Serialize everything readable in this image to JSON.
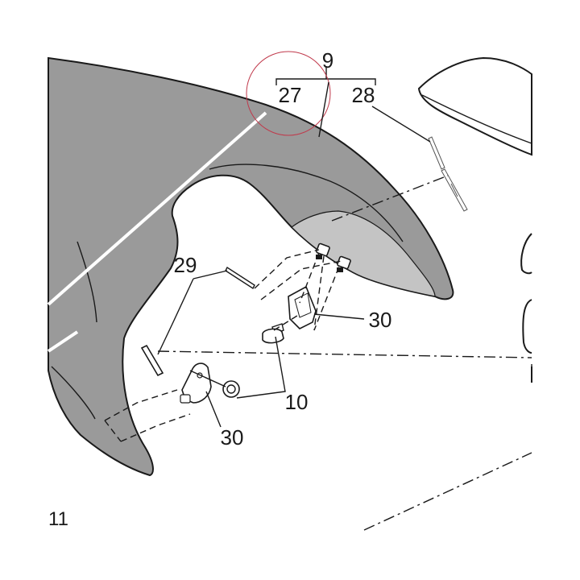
{
  "callouts": {
    "group_9": "9",
    "part_27": "27",
    "part_28": "28",
    "part_29": "29",
    "part_30_upper": "30",
    "part_10": "10",
    "part_30_lower": "30"
  },
  "page_number": "11",
  "colors": {
    "fender_fill": "#9a9a9a",
    "fender_inner": "#c4c4c4",
    "line": "#1a1a1a",
    "highlight_circle": "#c0394b"
  }
}
